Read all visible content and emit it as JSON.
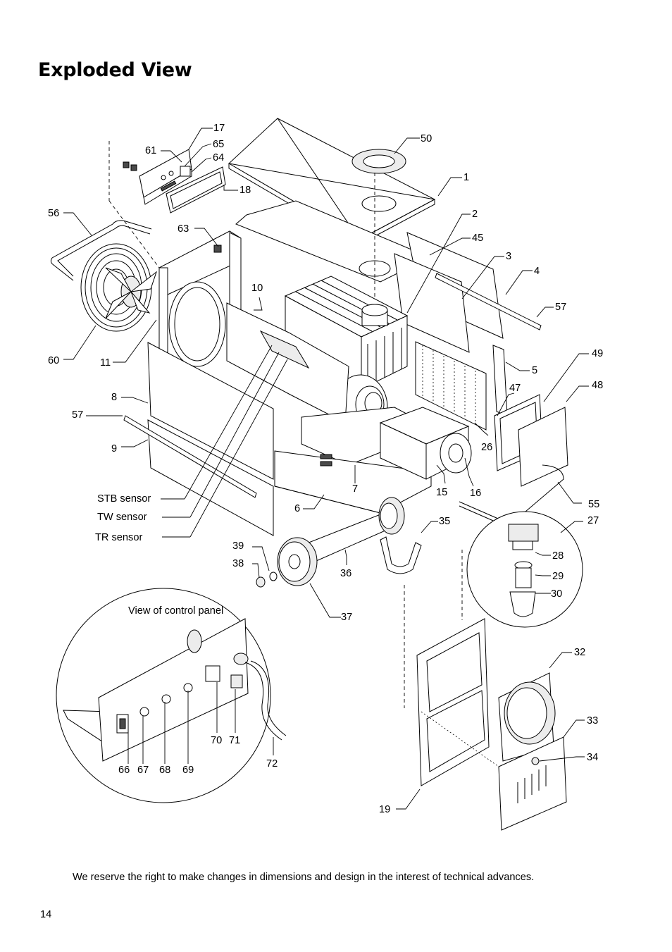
{
  "page": {
    "title": "Exploded View",
    "footnote": "We reserve the right to make changes in dimensions and design in the interest of technical advances.",
    "page_number": "14"
  },
  "diagram": {
    "inset_title": "View of control panel",
    "part_labels": {
      "p1": "1",
      "p2": "2",
      "p3": "3",
      "p4": "4",
      "p5": "5",
      "p6": "6",
      "p7": "7",
      "p8": "8",
      "p9": "9",
      "p10": "10",
      "p11": "11",
      "p15": "15",
      "p16": "16",
      "p17": "17",
      "p18": "18",
      "p19": "19",
      "p26": "26",
      "p27": "27",
      "p28": "28",
      "p29": "29",
      "p30": "30",
      "p32": "32",
      "p33": "33",
      "p34": "34",
      "p35": "35",
      "p36": "36",
      "p37": "37",
      "p38": "38",
      "p39": "39",
      "p45": "45",
      "p47": "47",
      "p48": "48",
      "p49": "49",
      "p50": "50",
      "p55": "55",
      "p56": "56",
      "p57a": "57",
      "p57b": "57",
      "p60": "60",
      "p61": "61",
      "p63": "63",
      "p64": "64",
      "p65": "65",
      "p66": "66",
      "p67": "67",
      "p68": "68",
      "p69": "69",
      "p70": "70",
      "p71": "71",
      "p72": "72"
    },
    "sensor_labels": {
      "stb": "STB sensor",
      "tw": "TW sensor",
      "tr": "TR sensor"
    }
  }
}
